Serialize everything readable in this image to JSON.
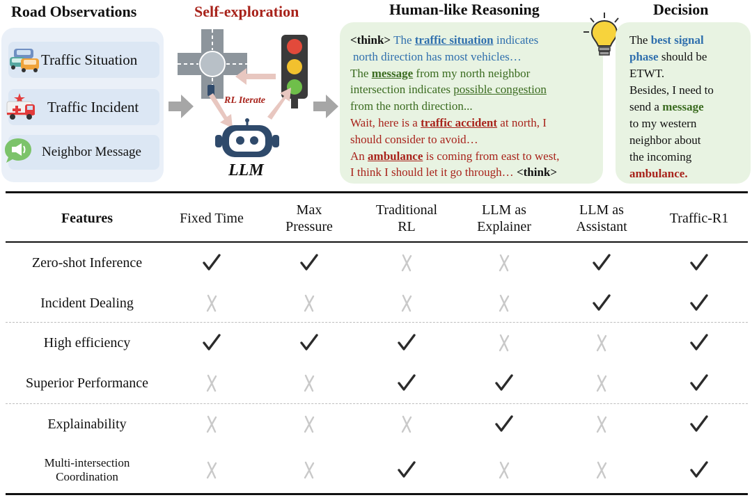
{
  "sections": {
    "road": "Road Observations",
    "explore": "Self-exploration",
    "reasoning": "Human-like Reasoning",
    "decision": "Decision"
  },
  "observations": [
    {
      "label": "Traffic Situation",
      "icon": "cars-icon"
    },
    {
      "label": "Traffic Incident",
      "icon": "ambulance-icon"
    },
    {
      "label": "Neighbor Message",
      "icon": "message-icon"
    }
  ],
  "explore": {
    "rl_iterate": "RL Iterate",
    "llm_label": "LLM"
  },
  "reasoning": {
    "think_open": "<think>",
    "p1_a": "The ",
    "p1_b": "traffic situation",
    "p1_c": " indicates",
    "p1_d": "north direction has most vehicles…",
    "p2_a": "The ",
    "p2_b": "message",
    "p2_c": " from my north neighbor",
    "p2_d": "intersection indicates ",
    "p2_e": "possible congestion",
    "p2_f": "from the north direction...",
    "p3_a": "Wait, here is a ",
    "p3_b": "traffic accident",
    "p3_c": " at north, I",
    "p3_d": "should consider to avoid…",
    "p4_a": "An ",
    "p4_b": "ambulance",
    "p4_c": " is coming from east to west,",
    "p4_d": "I think I should let it go through… ",
    "think_close": "<think>"
  },
  "decision": {
    "d1": "The ",
    "d2": "best signal",
    "d3": "phase",
    "d4": " should be",
    "d5": "ETWT.",
    "d6": "Besides, I need to",
    "d7": "send a ",
    "d8": "message",
    "d9": "to my western",
    "d10": "neighbor about",
    "d11": "the incoming",
    "d12": "ambulance."
  },
  "table": {
    "features_header": "Features",
    "columns": [
      [
        "Fixed Time"
      ],
      [
        "Max",
        "Pressure"
      ],
      [
        "Traditional",
        "RL"
      ],
      [
        "LLM as",
        "Explainer"
      ],
      [
        "LLM as",
        "Assistant"
      ],
      [
        "Traffic-R1"
      ]
    ],
    "rows": [
      {
        "label": [
          "Zero-shot Inference"
        ],
        "marks": [
          "check",
          "check",
          "cross",
          "cross",
          "check",
          "check"
        ]
      },
      {
        "label": [
          "Incident Dealing"
        ],
        "marks": [
          "cross",
          "cross",
          "cross",
          "cross",
          "check",
          "check"
        ]
      },
      {
        "label": [
          "High efficiency"
        ],
        "marks": [
          "check",
          "check",
          "check",
          "cross",
          "cross",
          "check"
        ]
      },
      {
        "label": [
          "Superior Performance"
        ],
        "marks": [
          "cross",
          "cross",
          "check",
          "check",
          "cross",
          "check"
        ]
      },
      {
        "label": [
          "Explainability"
        ],
        "marks": [
          "cross",
          "cross",
          "cross",
          "check",
          "cross",
          "check"
        ]
      },
      {
        "label": [
          "Multi-intersection",
          "Coordination"
        ],
        "marks": [
          "cross",
          "cross",
          "check",
          "cross",
          "cross",
          "check"
        ]
      }
    ],
    "check_glyph": "✓",
    "cross_glyph": "✗",
    "check_color": "#2b2b2b",
    "cross_color": "#c9c9c9"
  },
  "colors": {
    "blue_text": "#2f6fad",
    "green_text": "#3a6b1f",
    "red_text": "#a8231b",
    "obs_panel": "#eaf0f8",
    "reason_panel": "#e8f3e2"
  }
}
